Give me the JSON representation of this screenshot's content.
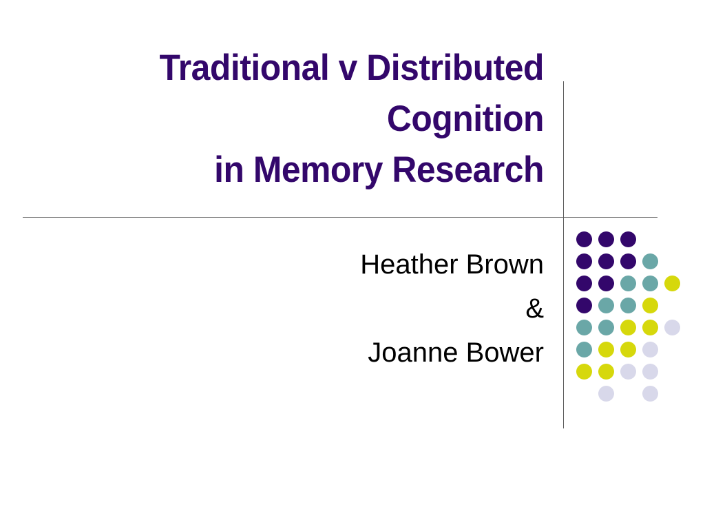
{
  "slide": {
    "background_color": "#ffffff",
    "title": {
      "color": "#33076b",
      "lines": [
        "Traditional v Distributed",
        "Cognition",
        "in Memory Research"
      ]
    },
    "subtitle": {
      "color": "#000000",
      "lines": [
        "Heather Brown",
        "&",
        "Joanne Bower"
      ]
    },
    "rules": {
      "horizontal_color": "#6b6b6b",
      "vertical_color": "#5e5e5e"
    },
    "decoration": {
      "name": "dot-grid",
      "palette": {
        "purple": "#33076b",
        "teal": "#6aa7a7",
        "yellow": "#d6d80c",
        "lavender": "#d8d8ea",
        "empty": "transparent"
      },
      "rows": [
        [
          "purple",
          "purple",
          "purple"
        ],
        [
          "purple",
          "purple",
          "purple",
          "teal"
        ],
        [
          "purple",
          "purple",
          "teal",
          "teal",
          "yellow"
        ],
        [
          "purple",
          "teal",
          "teal",
          "yellow"
        ],
        [
          "teal",
          "teal",
          "yellow",
          "yellow",
          "lavender"
        ],
        [
          "teal",
          "yellow",
          "yellow",
          "lavender"
        ],
        [
          "yellow",
          "yellow",
          "lavender",
          "lavender"
        ],
        [
          "empty",
          "lavender",
          "empty",
          "lavender"
        ]
      ]
    }
  }
}
